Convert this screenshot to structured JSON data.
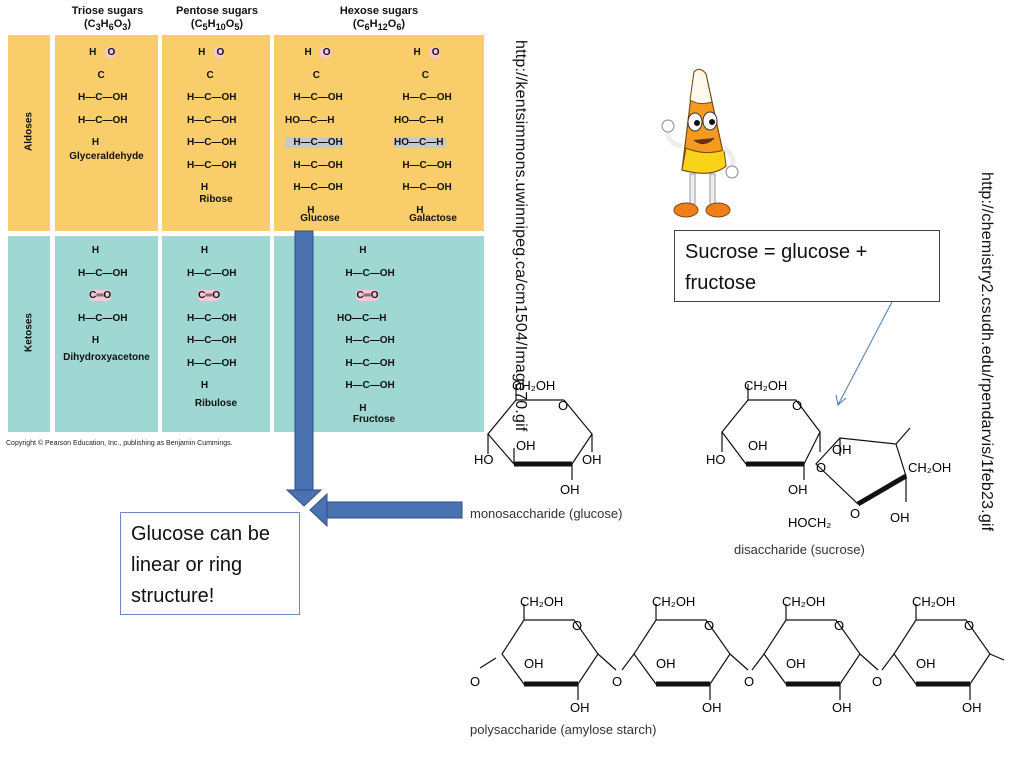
{
  "table": {
    "col_headers": [
      {
        "name": "Triose sugars",
        "formula": "(C3H6O3)"
      },
      {
        "name": "Pentose sugars",
        "formula": "(C5H10O5)"
      },
      {
        "name": "Hexose sugars",
        "formula": "(C6H12O6)"
      }
    ],
    "row_labels": [
      "Aldoses",
      "Ketoses"
    ],
    "aldoses": [
      "Glyceraldehyde",
      "Ribose",
      "Glucose",
      "Galactose"
    ],
    "ketoses": [
      "Dihydroxyacetone",
      "Ribulose",
      "Fructose"
    ],
    "copyright": "Copyright © Pearson Education, Inc., publishing as Benjamin Cummings."
  },
  "urls": {
    "kent": "http://kentsimmons.uwinnipeg.ca/cm1504/Image70.gif",
    "chem": "http://chemistry2.csudh.edu/rpendarvis/1feb23.gif"
  },
  "callouts": {
    "sucrose": "Sucrose = glucose + fructose",
    "glucose": "Glucose can be linear or ring structure!"
  },
  "captions": {
    "mono": "monosaccharide (glucose)",
    "di": "disaccharide (sucrose)",
    "poly": "polysaccharide (amylose starch)"
  },
  "colors": {
    "aldose_bg": "#f9cd6a",
    "ketose_bg": "#9fd8d3",
    "arrow": "#4a72b0"
  }
}
